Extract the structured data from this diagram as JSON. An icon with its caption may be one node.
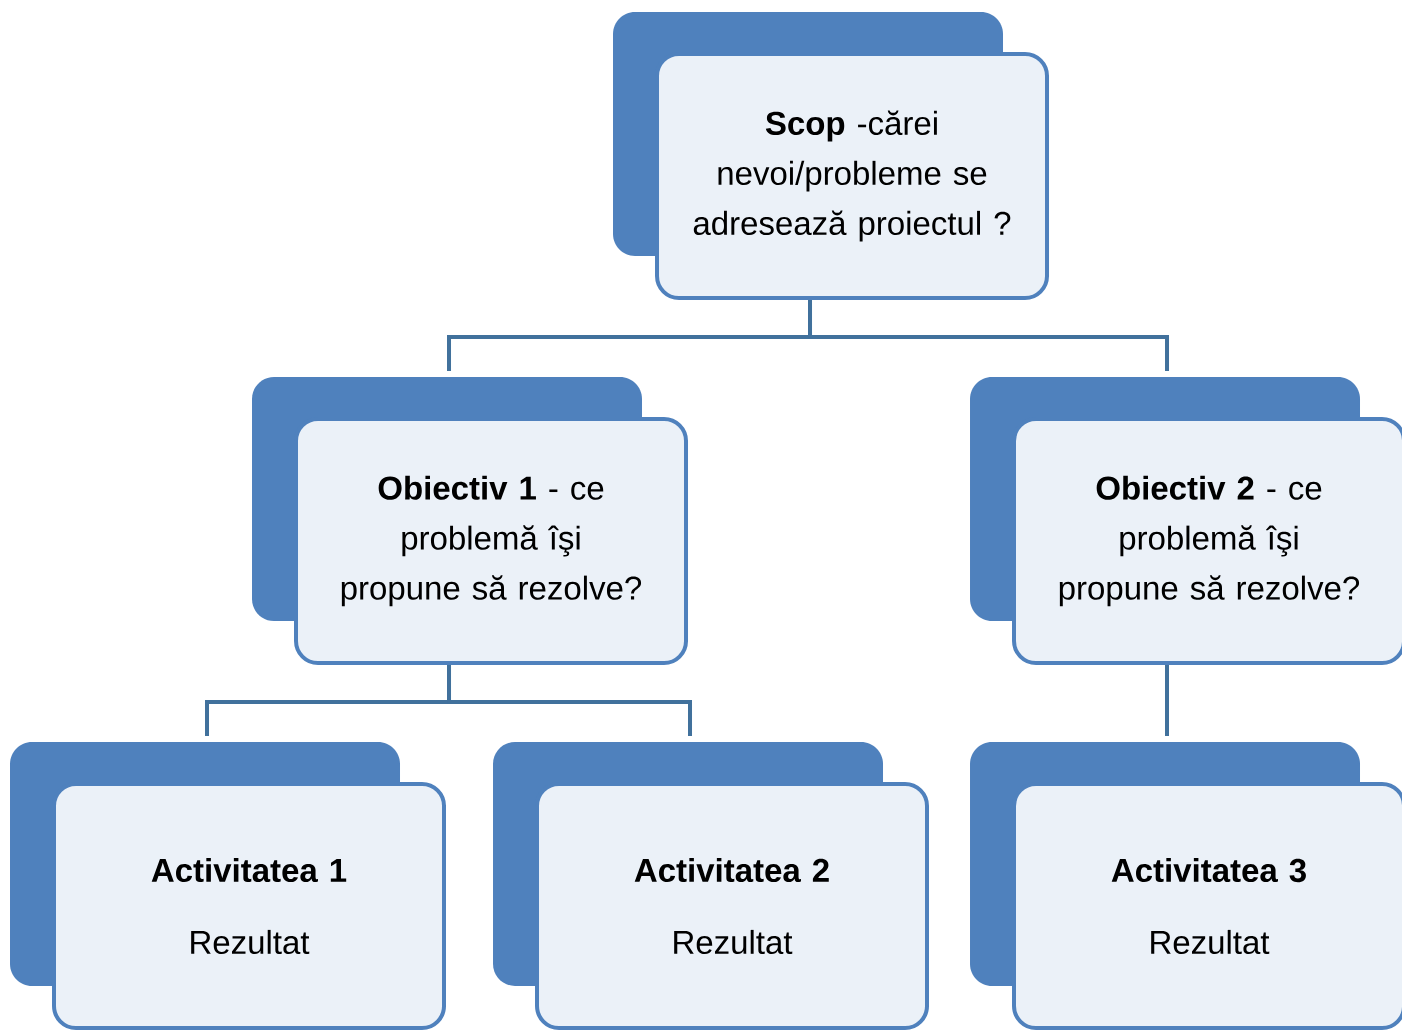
{
  "diagram": {
    "nodes": [
      {
        "text": [
          "**Scop** -cărei nevoi/probleme se adresează proiectul ?"
        ]
      },
      {
        "text": [
          "**Obiectiv 1** - ce problemă îşi propune să rezolve?"
        ]
      },
      {
        "text": [
          "**Obiectiv 2** - ce problemă îşi propune să rezolve?"
        ]
      },
      {
        "text": [
          "Activitatea 1",
          "Rezultat"
        ]
      },
      {
        "text": [
          "Activitatea 2",
          "Rezultat"
        ]
      },
      {
        "text": [
          "Activitatea 3",
          "Rezultat"
        ]
      }
    ],
    "edges": [
      {
        "from": 0,
        "to": 1,
        "arrow": "none"
      },
      {
        "from": 0,
        "to": 2,
        "arrow": "none"
      },
      {
        "from": 1,
        "to": 3,
        "arrow": "none"
      },
      {
        "from": 1,
        "to": 4,
        "arrow": "none"
      },
      {
        "from": 2,
        "to": 5,
        "arrow": "none"
      }
    ]
  }
}
